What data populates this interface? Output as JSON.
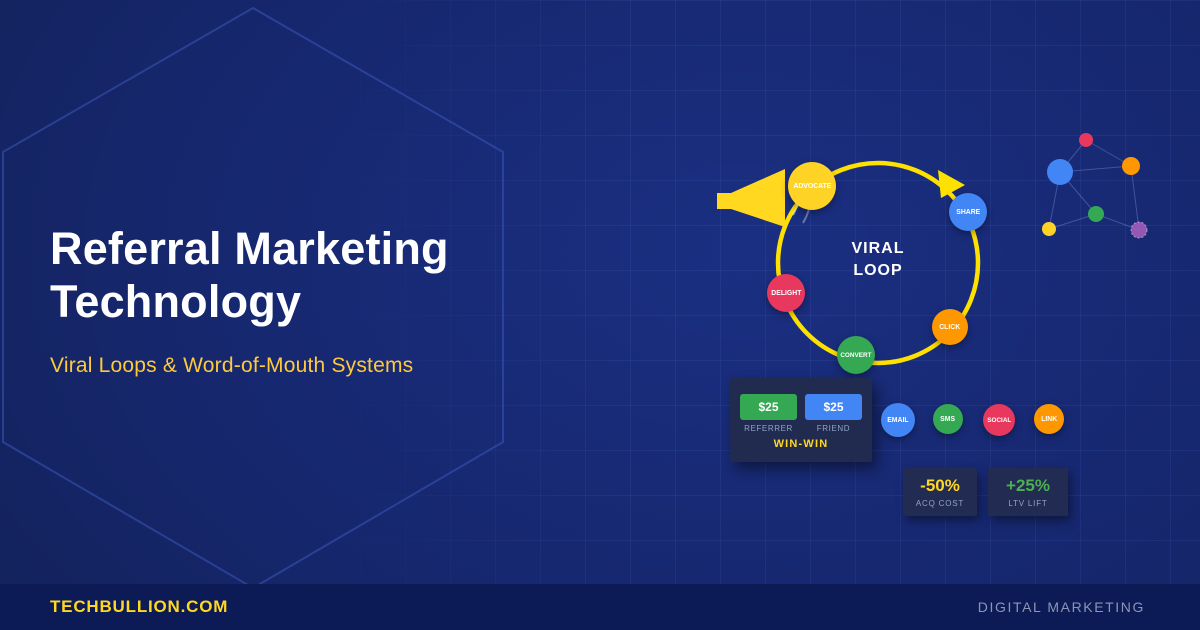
{
  "colors": {
    "background": "#16276e",
    "footer_background": "#0c1a55",
    "accent_yellow": "#FFD81F",
    "subtitle_gold": "#FFC93C",
    "panel": "#212b50",
    "hexagon_stroke": "#3b55b8"
  },
  "hero": {
    "title_line1": "Referral Marketing",
    "title_line2": "Technology",
    "subtitle": "Viral Loops & Word-of-Mouth Systems"
  },
  "footer": {
    "brand": "TECHBULLION.COM",
    "category": "DIGITAL MARKETING"
  },
  "diagram": {
    "loop": {
      "label_line1": "VIRAL",
      "label_line2": "LOOP",
      "stroke_color": "#FFE100"
    },
    "megaphone_color": "#FFD81F",
    "nodes": [
      {
        "label": "ADVOCATE",
        "color": "#FFD226"
      },
      {
        "label": "SHARE",
        "color": "#4285F4"
      },
      {
        "label": "CLICK",
        "color": "#FF9800"
      },
      {
        "label": "CONVERT",
        "color": "#34A853"
      },
      {
        "label": "DELIGHT",
        "color": "#E8385D"
      }
    ],
    "network": {
      "node_colors": [
        "#4285F4",
        "#E8385D",
        "#FF9800",
        "#34A853",
        "#FFD226",
        "#A95FC0"
      ]
    },
    "winwin": {
      "referrer_amount": "$25",
      "referrer_color": "#34A853",
      "referrer_label": "REFERRER",
      "friend_amount": "$25",
      "friend_color": "#4285F4",
      "friend_label": "FRIEND",
      "caption": "WIN-WIN",
      "caption_color": "#FFD81F"
    },
    "channels": [
      {
        "label": "EMAIL",
        "color": "#4285F4"
      },
      {
        "label": "SMS",
        "color": "#34A853"
      },
      {
        "label": "SOCIAL",
        "color": "#E8385D"
      },
      {
        "label": "LINK",
        "color": "#FF9800"
      }
    ],
    "stats": [
      {
        "value": "-50%",
        "label": "ACQ COST",
        "value_color": "#FFD81F"
      },
      {
        "value": "+25%",
        "label": "LTV LIFT",
        "value_color": "#4CAF50"
      }
    ]
  }
}
